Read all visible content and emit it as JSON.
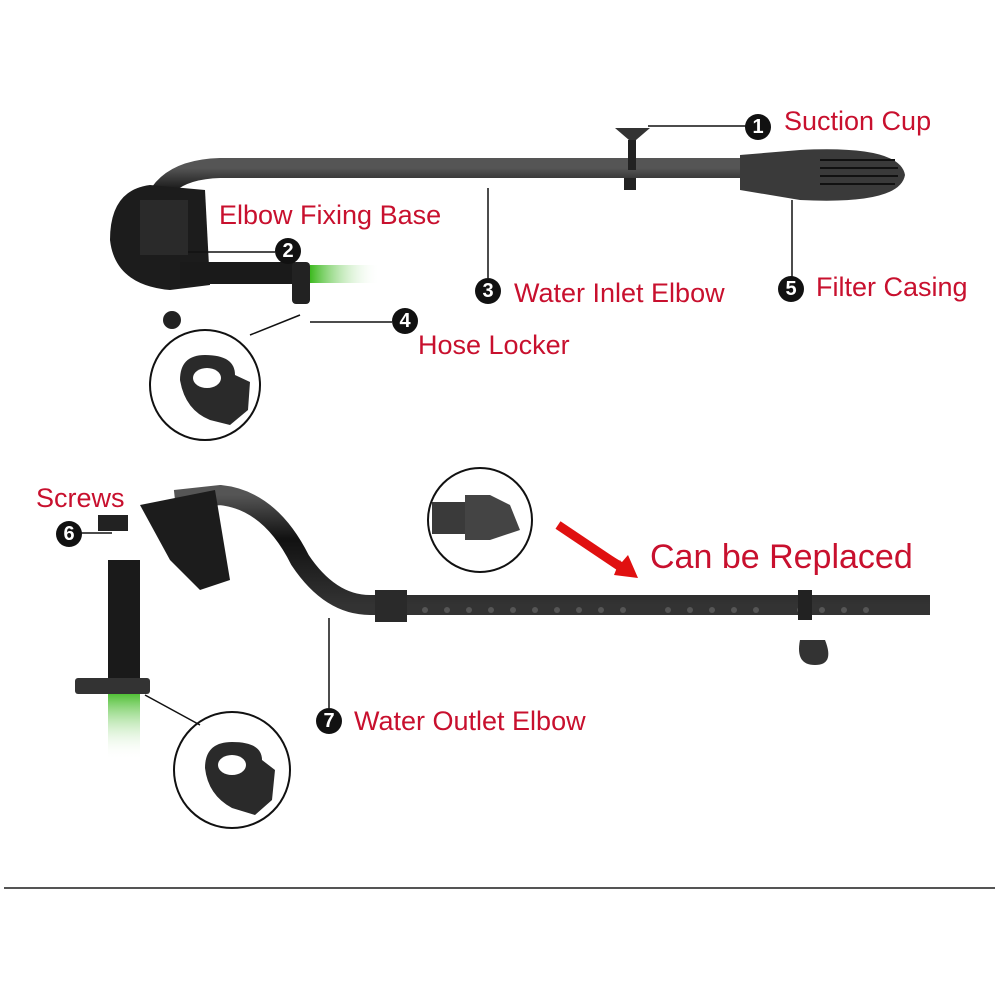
{
  "parts": [
    {
      "number": "1",
      "label": "Suction Cup"
    },
    {
      "number": "2",
      "label": "Elbow Fixing Base"
    },
    {
      "number": "3",
      "label": "Water Inlet Elbow"
    },
    {
      "number": "4",
      "label": "Hose Locker"
    },
    {
      "number": "5",
      "label": "Filter Casing"
    },
    {
      "number": "6",
      "label": "Screws"
    },
    {
      "number": "7",
      "label": "Water Outlet Elbow"
    }
  ],
  "callout": {
    "label": "Can be Replaced"
  },
  "colors": {
    "label": "#c8102e",
    "badge": "#111111",
    "hose": "#3cb91e",
    "pipe": "#1a1a1a",
    "arrow": "#e01010",
    "divider": "#555555"
  }
}
